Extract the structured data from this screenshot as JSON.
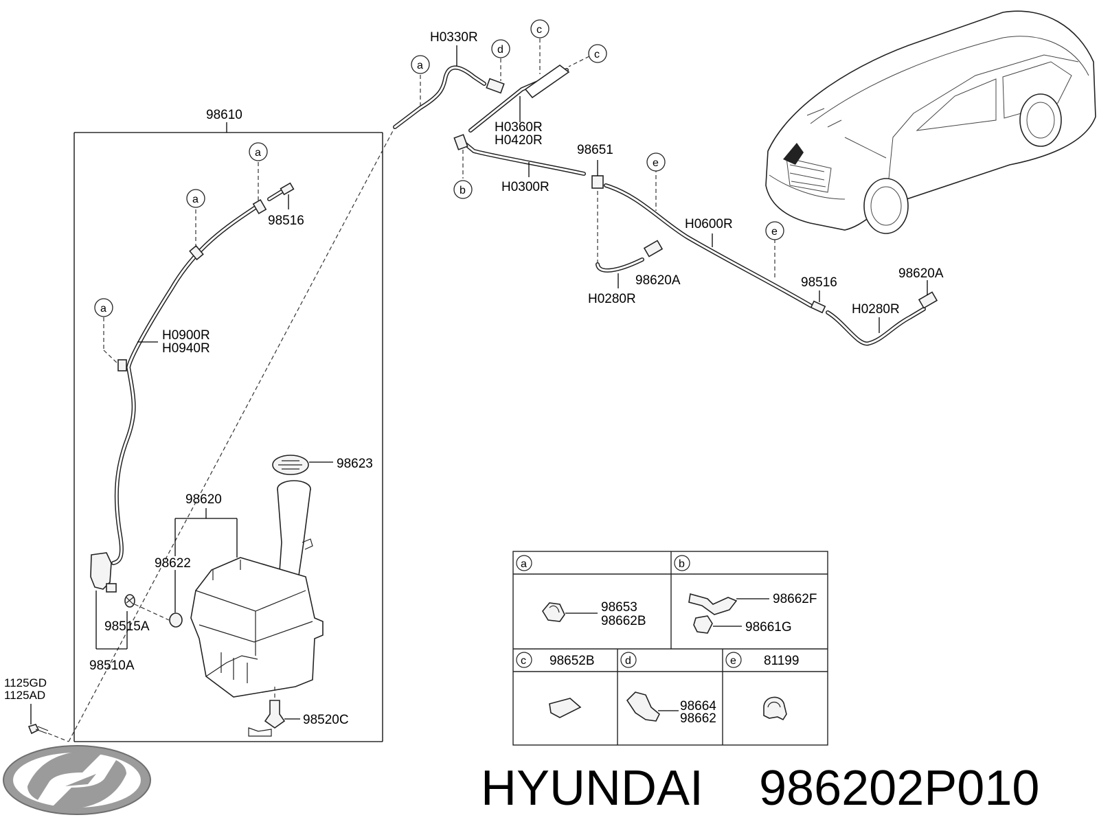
{
  "footer": {
    "brand": "HYUNDAI",
    "part_number": "986202P010",
    "logo": "hyundai-logo"
  },
  "labels": {
    "assembly_98610": "98610",
    "h0330r": "H0330R",
    "h0360r": "H0360R",
    "h0420r": "H0420R",
    "h0300r": "H0300R",
    "p98651": "98651",
    "h0600r": "H0600R",
    "h0280r_a": "H0280R",
    "h0280r_b": "H0280R",
    "p98620a_a": "98620A",
    "p98620a_b": "98620A",
    "p98516_a": "98516",
    "p98516_b": "98516",
    "h0900r": "H0900R",
    "h0940r": "H0940R",
    "p98623": "98623",
    "p98620": "98620",
    "p98622": "98622",
    "p98515a": "98515A",
    "p98510a": "98510A",
    "p98520c": "98520C",
    "p1125gd": "1125GD",
    "p1125ad": "1125AD"
  },
  "callouts": {
    "a": "a",
    "b": "b",
    "c": "c",
    "d": "d",
    "e": "e"
  },
  "legend": {
    "a": {
      "letter": "a",
      "parts": [
        "98653",
        "98662B"
      ]
    },
    "b": {
      "letter": "b",
      "parts": [
        "98662F",
        "98661G"
      ]
    },
    "c": {
      "letter": "c",
      "header_part": "98652B"
    },
    "d": {
      "letter": "d",
      "parts": [
        "98664",
        "98662"
      ]
    },
    "e": {
      "letter": "e",
      "header_part": "81199"
    }
  }
}
